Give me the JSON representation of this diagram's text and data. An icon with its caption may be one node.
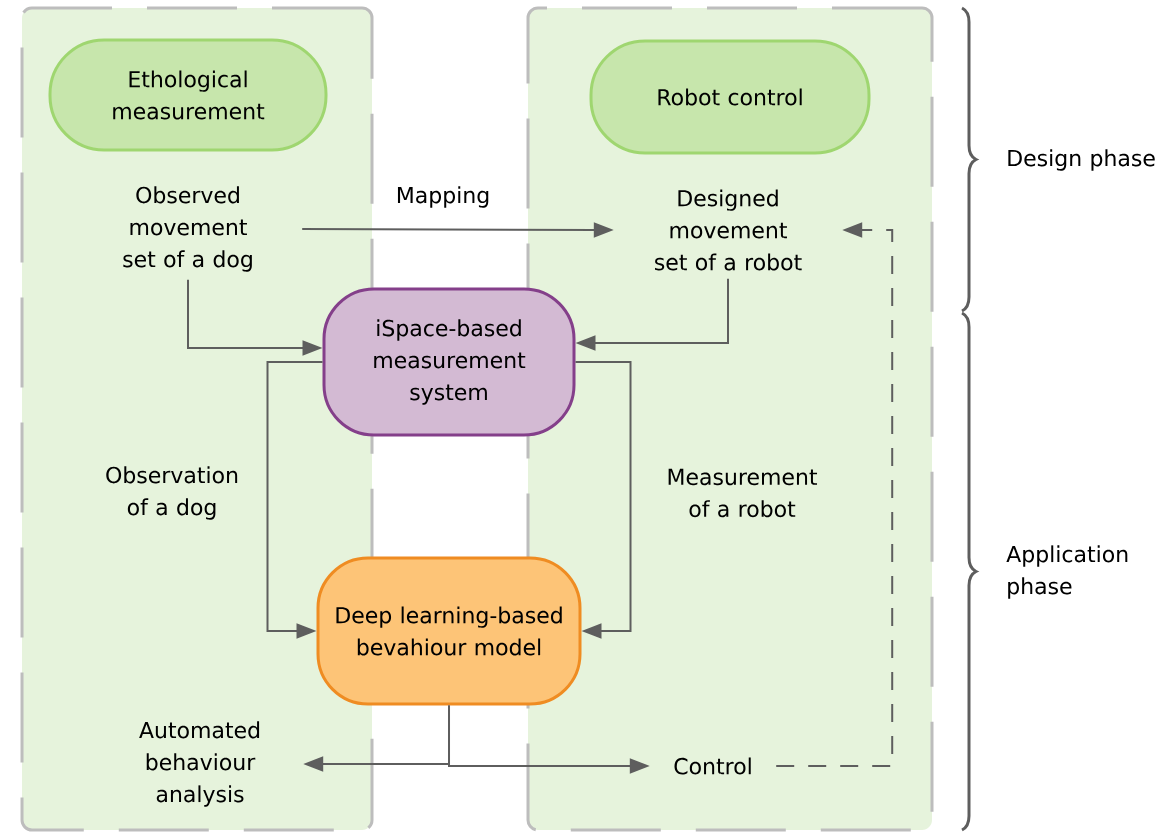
{
  "diagram": {
    "nodes": [
      {
        "text": [],
        "shape": "box"
      },
      {
        "text": [],
        "shape": "box"
      },
      {
        "text": [
          "Ethological measurement"
        ],
        "in": 0
      },
      {
        "text": [
          "Robot control"
        ],
        "in": 1
      },
      {
        "text": [
          "Observed movement set of a dog"
        ],
        "in": 0
      },
      {
        "text": [
          "Designed movement set of a robot"
        ],
        "in": 1
      },
      {
        "text": [
          "iSpace-based measurement system"
        ]
      },
      {
        "text": [
          "Deep learning-based bevahiour model"
        ]
      },
      {
        "text": [
          "Automated behaviour analysis"
        ],
        "in": 0
      },
      {
        "text": [
          "Control"
        ],
        "in": 1
      }
    ],
    "edges": [
      {
        "from": 4,
        "to": 5,
        "arrow": "to",
        "label": "Mapping"
      },
      {
        "from": 4,
        "to": 6,
        "arrow": "to"
      },
      {
        "from": 5,
        "to": 6,
        "arrow": "to"
      },
      {
        "from": 6,
        "to": 7,
        "arrow": "to",
        "label": "Observation of a dog"
      },
      {
        "from": 6,
        "to": 7,
        "arrow": "to",
        "label": "Measurement of a robot"
      },
      {
        "from": 7,
        "to": 8,
        "arrow": "to"
      },
      {
        "from": 7,
        "to": 9,
        "arrow": "to"
      },
      {
        "from": 9,
        "to": 5,
        "arrow": "to",
        "style": "dashed"
      }
    ],
    "labels": [
      "Design phase",
      "Application phase"
    ]
  }
}
